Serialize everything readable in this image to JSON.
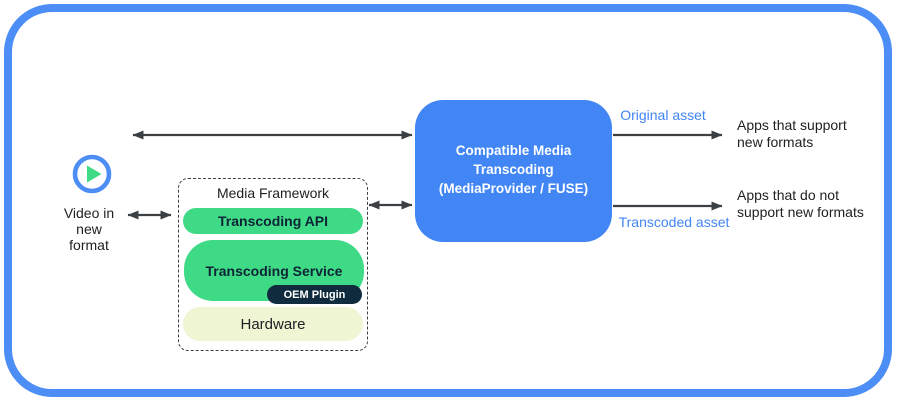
{
  "diagram": {
    "title_hint": "Compatible media transcoding architecture",
    "source": {
      "icon": "play",
      "label": "Video in\nnew\nformat"
    },
    "media_framework": {
      "title": "Media Framework",
      "api_label": "Transcoding API",
      "service_label": "Transcoding Service",
      "oem_plugin_label": "OEM Plugin",
      "hardware_label": "Hardware"
    },
    "transcoding_box": {
      "label": "Compatible Media\nTranscoding\n(MediaProvider / FUSE)"
    },
    "outputs": {
      "original_asset_label": "Original asset",
      "transcoded_asset_label": "Transcoded asset",
      "apps_support_label": "Apps that support\nnew formats",
      "apps_not_support_label": "Apps that do not\nsupport new formats"
    },
    "colors": {
      "border_blue": "#4d8df6",
      "box_blue": "#4286f5",
      "label_blue": "#4285f4",
      "green": "#3fda85",
      "dark_navy": "#0f2b3d",
      "cream": "#f0f5d3",
      "arrow_gray": "#3c4043",
      "text_dark": "#202124"
    }
  }
}
